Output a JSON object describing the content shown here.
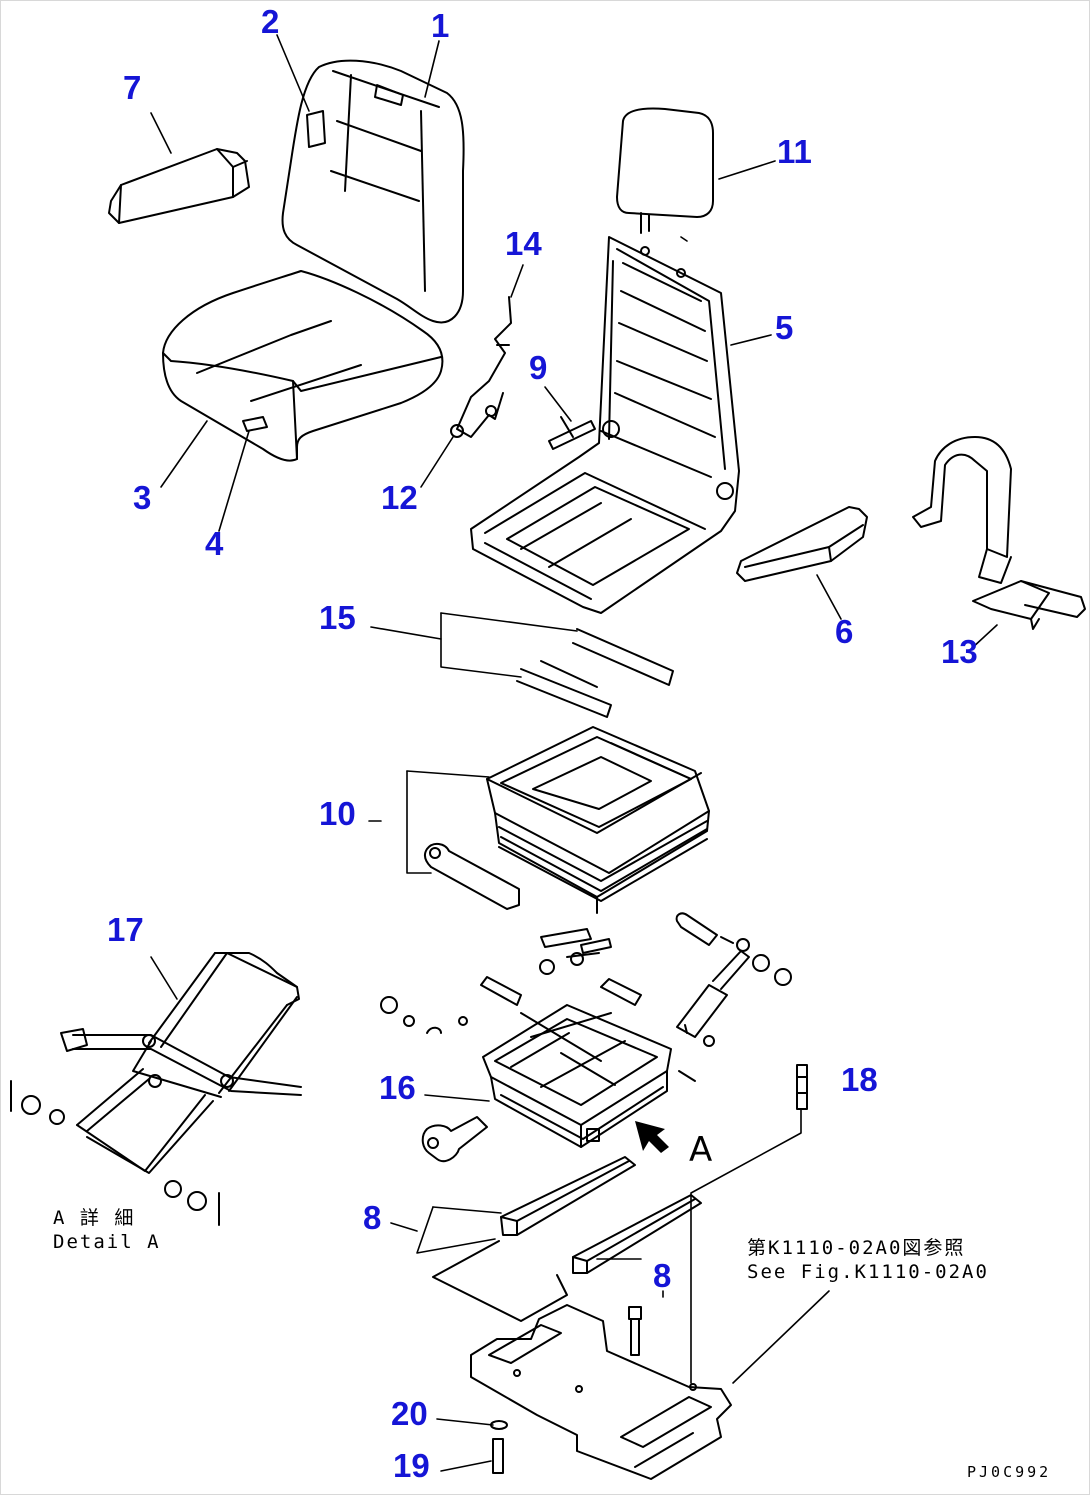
{
  "theme": {
    "callout_color": "#1515d6",
    "line_color": "#000000"
  },
  "callouts": {
    "p1": "1",
    "p2": "2",
    "p3": "3",
    "p4": "4",
    "p5": "5",
    "p6": "6",
    "p7": "7",
    "p8a": "8",
    "p8b": "8",
    "p9": "9",
    "p10": "10",
    "p11": "11",
    "p12": "12",
    "p13": "13",
    "p14": "14",
    "p15": "15",
    "p16": "16",
    "p17": "17",
    "p18": "18",
    "p19": "19",
    "p20": "20"
  },
  "view_marker": "A",
  "detail_label": {
    "jp": "A 詳 細",
    "en": "Detail A"
  },
  "reference_note": {
    "jp": "第K1110-02A0図参照",
    "en": "See Fig.K1110-02A0"
  },
  "drawing_code": "PJ0C992"
}
